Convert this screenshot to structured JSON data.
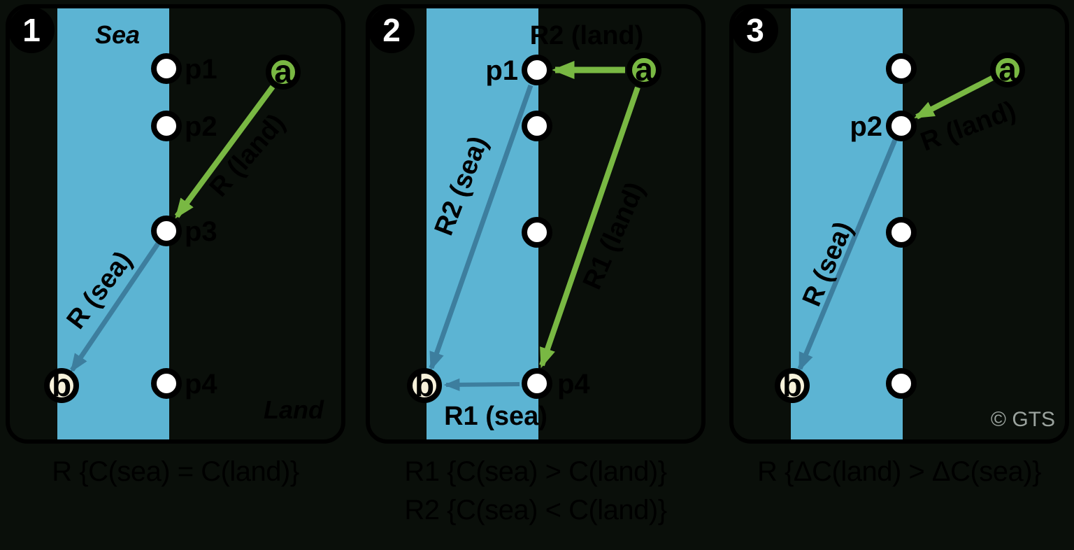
{
  "figure": {
    "description_domain": "sea-land shortest path routing diagram",
    "colors": {
      "background": "#0a0f0a",
      "sea_band": "#5cb4d3",
      "green_route": "#79b843",
      "sea_route": "#3d7e9e",
      "node_fill": "#ffffff",
      "node_outline": "#000000",
      "b_node_fill": "#f7f1da",
      "caption_text": "#000000",
      "watermark_gray": "#9ba39e"
    }
  },
  "panels": [
    {
      "badge": "1",
      "sea_label": "Sea",
      "land_label": "Land",
      "nodes": {
        "p1": "p1",
        "p2": "p2",
        "p3": "p3",
        "p4": "p4",
        "a": "a",
        "b": "b"
      },
      "arrows": {
        "land": "R (land)",
        "sea": "R (sea)"
      },
      "caption": [
        "R {C(sea) = C(land)}"
      ]
    },
    {
      "badge": "2",
      "nodes": {
        "p1": "p1",
        "p4": "p4",
        "a": "a",
        "b": "b"
      },
      "arrows": {
        "r2_land": "R2 (land)",
        "r2_sea": "R2 (sea)",
        "r1_land": "R1 (land)",
        "r1_sea": "R1 (sea)"
      },
      "caption": [
        "R1 {C(sea) > C(land)}",
        "R2 {C(sea) < C(land)}"
      ]
    },
    {
      "badge": "3",
      "nodes": {
        "p2": "p2",
        "a": "a",
        "b": "b"
      },
      "arrows": {
        "land": "R (land)",
        "sea": "R (sea)"
      },
      "caption": [
        "R {ΔC(land) > ΔC(sea)}"
      ],
      "watermark": "© GTS"
    }
  ]
}
